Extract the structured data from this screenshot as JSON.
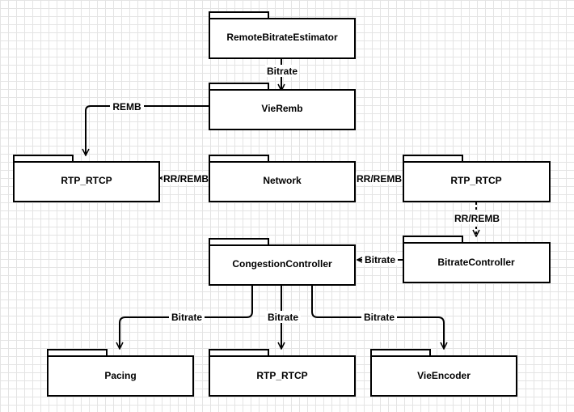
{
  "nodes": {
    "remote_bitrate_estimator": "RemoteBitrateEstimator",
    "vie_remb": "VieRemb",
    "rtp_rtcp_left": "RTP_RTCP",
    "network": "Network",
    "rtp_rtcp_right": "RTP_RTCP",
    "congestion_controller": "CongestionController",
    "bitrate_controller": "BitrateController",
    "pacing": "Pacing",
    "rtp_rtcp_bottom": "RTP_RTCP",
    "vie_encoder": "VieEncoder"
  },
  "edges": {
    "estimator_to_remb": "Bitrate",
    "remb_to_rtp_left": "REMB",
    "network_to_rtp_left": "RR/REMB",
    "network_to_rtp_right": "RR/REMB",
    "rtp_right_to_bitrate_controller": "RR/REMB",
    "bitrate_controller_to_congestion": "Bitrate",
    "congestion_to_pacing": "Bitrate",
    "congestion_to_rtp_bottom": "Bitrate",
    "congestion_to_encoder": "Bitrate"
  },
  "colors": {
    "stroke": "#000000",
    "fill": "#ffffff",
    "grid": "#e4e4e4"
  }
}
